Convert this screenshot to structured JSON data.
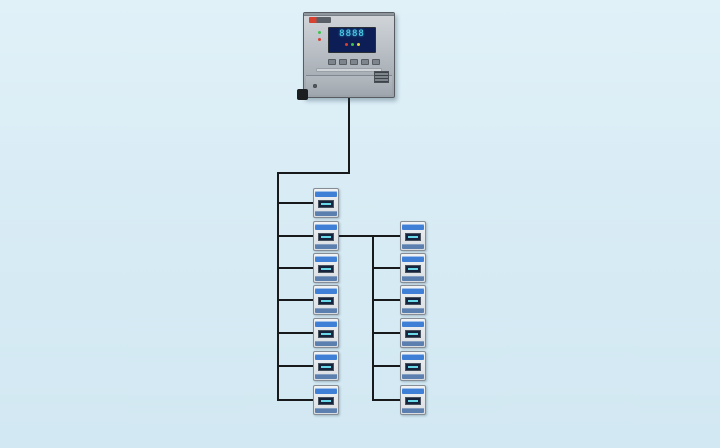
{
  "diagram": {
    "colors": {
      "bg": "#d9ecf5",
      "wire": "#17191b",
      "stripe": "#3f7fd6",
      "lcd_bg": "#0d1e56",
      "lcd_fg": "#57d9f2",
      "led_red": "#d8402f",
      "led_green": "#3fc24c",
      "led_yellow": "#e5d23f"
    },
    "controller": {
      "display_value": "8888"
    },
    "left_detectors": [
      {
        "id": "detector-1"
      },
      {
        "id": "detector-2"
      },
      {
        "id": "detector-3"
      },
      {
        "id": "detector-4"
      },
      {
        "id": "detector-5"
      },
      {
        "id": "detector-6"
      },
      {
        "id": "detector-7"
      }
    ],
    "right_detectors": [
      {
        "id": "detector-8"
      },
      {
        "id": "detector-9"
      },
      {
        "id": "detector-10"
      },
      {
        "id": "detector-11"
      },
      {
        "id": "detector-12"
      },
      {
        "id": "detector-13"
      }
    ]
  }
}
